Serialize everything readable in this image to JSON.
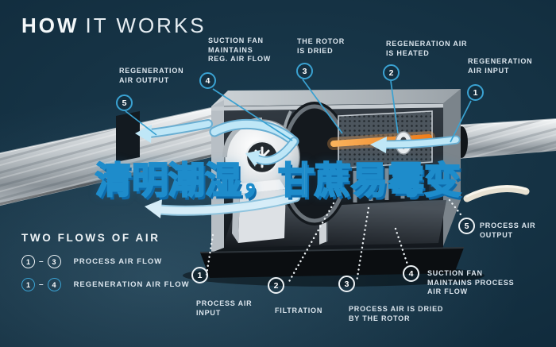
{
  "title": {
    "bold": "HOW",
    "light": "IT WORKS"
  },
  "watermark": {
    "text": "清明潮湿，甘蔗易霉变"
  },
  "callouts": {
    "regeneration": [
      {
        "num": "5",
        "label": "REGENERATION\nAIR OUTPUT"
      },
      {
        "num": "4",
        "label": "SUCTION FAN\nMAINTAINS\nREG. AIR FLOW"
      },
      {
        "num": "3",
        "label": "THE ROTOR\nIS DRIED"
      },
      {
        "num": "2",
        "label": "REGENERATION AIR\nIS HEATED"
      },
      {
        "num": "1",
        "label": "REGENERATION\nAIR INPUT"
      }
    ],
    "process": [
      {
        "num": "1",
        "label": "PROCESS AIR\nINPUT"
      },
      {
        "num": "2",
        "label": "FILTRATION"
      },
      {
        "num": "3",
        "label": "PROCESS AIR IS DRIED\nBY THE ROTOR"
      },
      {
        "num": "4",
        "label": "SUCTION FAN\nMAINTAINS PROCESS\nAIR FLOW"
      },
      {
        "num": "5",
        "label": "PROCESS AIR\nOUTPUT"
      }
    ]
  },
  "legend": {
    "heading": "TWO FLOWS OF AIR",
    "items": [
      {
        "from": "1",
        "dash": "–",
        "to": "3",
        "label": "PROCESS AIR FLOW"
      },
      {
        "from": "1",
        "dash": "–",
        "to": "4",
        "label": "REGENERATION AIR FLOW"
      }
    ]
  },
  "colors": {
    "accent_teal": "#3aa2d2",
    "badge_white": "#edf2f5",
    "heater_orange": "#ef8b2a",
    "flow_blue": "#bfe7f7",
    "background": "#112c3d"
  }
}
